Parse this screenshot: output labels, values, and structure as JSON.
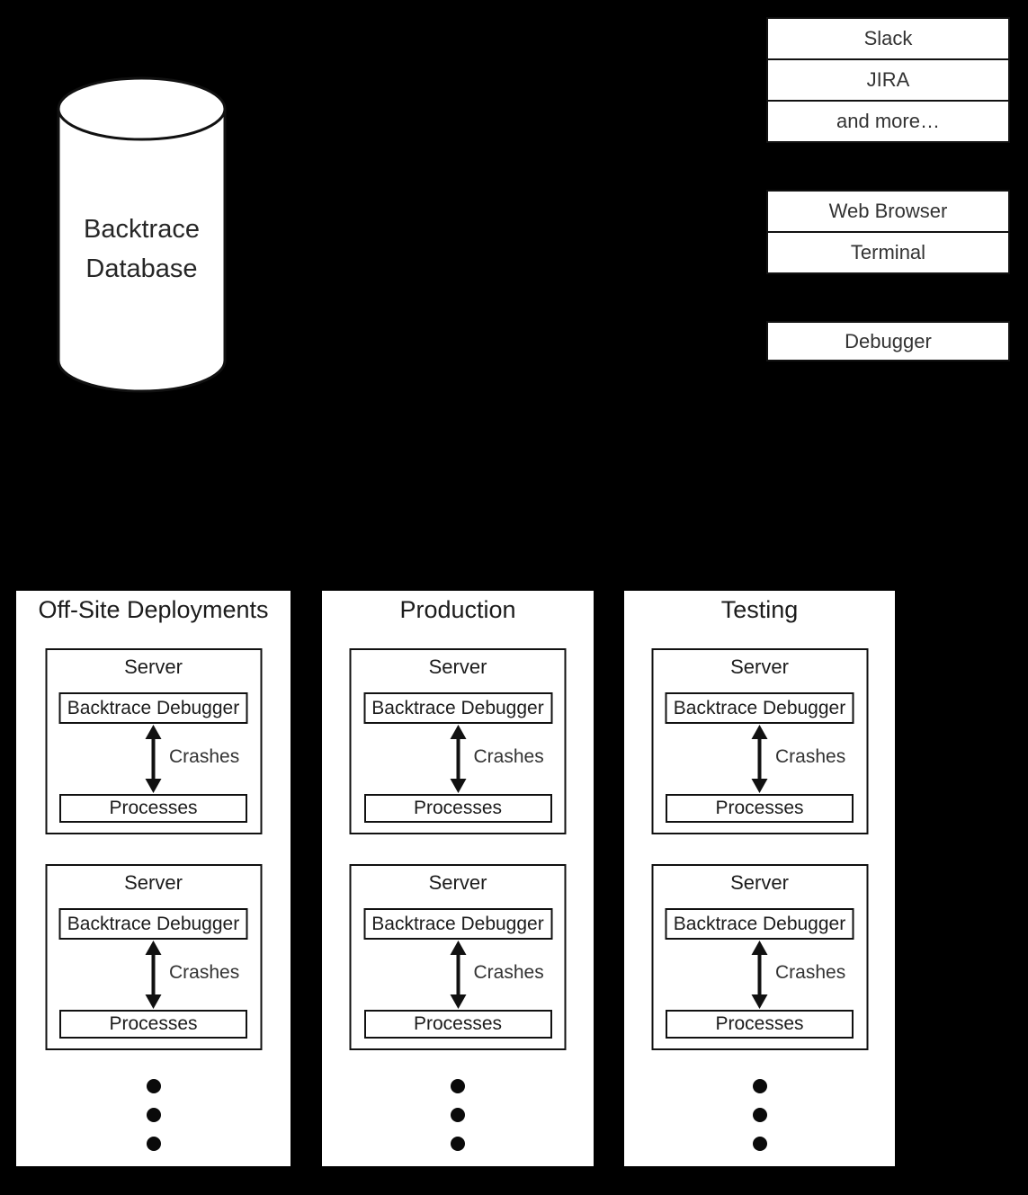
{
  "colors": {
    "background": "#000000",
    "surface": "#ffffff",
    "line": "#111111",
    "text": "#262626"
  },
  "database": {
    "title_line1": "Backtrace",
    "title_line2": "Database"
  },
  "integrations": [
    {
      "label": "Slack"
    },
    {
      "label": "JIRA"
    },
    {
      "label": "and more…"
    }
  ],
  "clients": [
    {
      "label": "Web Browser"
    },
    {
      "label": "Terminal"
    }
  ],
  "tools": [
    {
      "label": "Debugger"
    }
  ],
  "labels": {
    "server": "Server",
    "backtrace_debugger": "Backtrace Debugger",
    "crashes": "Crashes",
    "processes": "Processes"
  },
  "columns": [
    {
      "title": "Off-Site Deployments"
    },
    {
      "title": "Production"
    },
    {
      "title": "Testing"
    }
  ]
}
